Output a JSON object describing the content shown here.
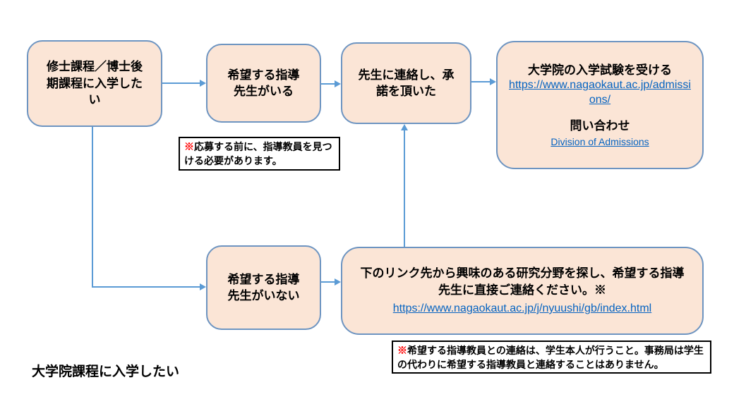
{
  "flowchart": {
    "caption": "大学院課程に入学したい",
    "boxes": {
      "start": {
        "text": "修士課程／博士後期課程に入学したい"
      },
      "has_advisor": {
        "text": "希望する指導先生がいる"
      },
      "contacted": {
        "text": "先生に連絡し、承諾を頂いた"
      },
      "exam": {
        "title": "大学院の入学試験を受ける",
        "link": "https://www.nagaokaut.ac.jp/admissions/",
        "contact_label": "問い合わせ",
        "contact_link": "Division of Admissions"
      },
      "no_advisor": {
        "text": "希望する指導先生がいない"
      },
      "search": {
        "text": "下のリンク先から興味のある研究分野を探し、希望する指導先生に直接ご連絡ください。※",
        "link": "https://www.nagaokaut.ac.jp/j/nyuushi/gb/index.html"
      }
    },
    "notes": {
      "note1": {
        "marker": "※",
        "text": "応募する前に、指導教員を見つける必要があります。"
      },
      "note2": {
        "marker": "※",
        "text": "希望する指導教員との連絡は、学生本人が行うこと。事務局は学生の代わりに希望する指導教員と連絡することはありません。"
      }
    }
  },
  "colors": {
    "box_fill": "#fbe5d6",
    "box_border": "#6d94c1",
    "arrow": "#5b9bd5",
    "link": "#0563c1",
    "note_marker": "#ff0000",
    "text": "#000000",
    "background": "#ffffff"
  }
}
